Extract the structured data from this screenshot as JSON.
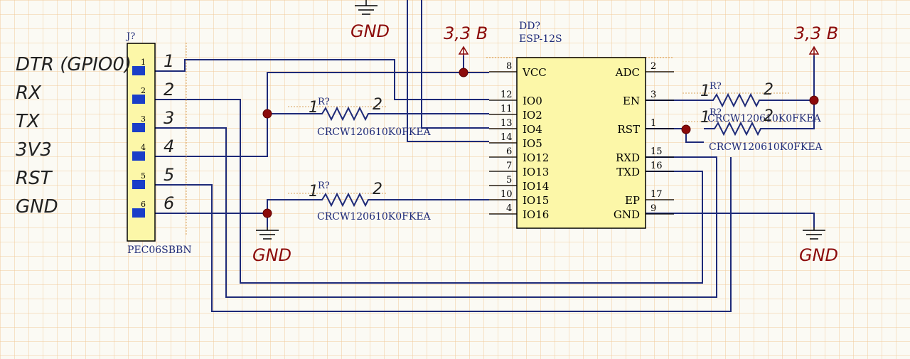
{
  "connector": {
    "ref": "J?",
    "part": "PEC06SBBN",
    "pins": [
      {
        "num": "1",
        "label": "1",
        "signal": "DTR (GPIO0)"
      },
      {
        "num": "2",
        "label": "2",
        "signal": "RX"
      },
      {
        "num": "3",
        "label": "3",
        "signal": "TX"
      },
      {
        "num": "4",
        "label": "4",
        "signal": "3V3"
      },
      {
        "num": "5",
        "label": "5",
        "signal": "RST"
      },
      {
        "num": "6",
        "label": "6",
        "signal": "GND"
      }
    ]
  },
  "module": {
    "ref": "DD?",
    "part": "ESP-12S",
    "left_pins": [
      {
        "num": "8",
        "name": "VCC"
      },
      {
        "num": "12",
        "name": "IO0"
      },
      {
        "num": "11",
        "name": "IO2"
      },
      {
        "num": "13",
        "name": "IO4"
      },
      {
        "num": "14",
        "name": "IO5"
      },
      {
        "num": "6",
        "name": "IO12"
      },
      {
        "num": "7",
        "name": "IO13"
      },
      {
        "num": "5",
        "name": "IO14"
      },
      {
        "num": "10",
        "name": "IO15"
      },
      {
        "num": "4",
        "name": "IO16"
      }
    ],
    "right_pins": [
      {
        "num": "2",
        "name": "ADC"
      },
      {
        "num": "3",
        "name": "EN"
      },
      {
        "num": "1",
        "name": "RST"
      },
      {
        "num": "15",
        "name": "RXD"
      },
      {
        "num": "16",
        "name": "TXD"
      },
      {
        "num": "17",
        "name": "EP"
      },
      {
        "num": "9",
        "name": "GND"
      }
    ]
  },
  "resistors": [
    {
      "ref": "R?",
      "pin1": "1",
      "pin2": "2",
      "part": "CRCW120610K0FKEA"
    },
    {
      "ref": "R?",
      "pin1": "1",
      "pin2": "2",
      "part": "CRCW120610K0FKEA"
    },
    {
      "ref": "R?",
      "pin1": "1",
      "pin2": "2",
      "part": "CRCW120610K0FKEA"
    },
    {
      "ref": "R?",
      "pin1": "1",
      "pin2": "2",
      "part": "CRCW120610K0FKEA"
    }
  ],
  "power": {
    "vcc_label": "3,3 B",
    "gnd_label": "GND"
  },
  "colors": {
    "wire": "#1e2a78",
    "net_label": "#8b0a0a",
    "component_fill": "#fcf7a8",
    "grid": "#f2c99a",
    "pin_pad": "#1a3ec8"
  }
}
